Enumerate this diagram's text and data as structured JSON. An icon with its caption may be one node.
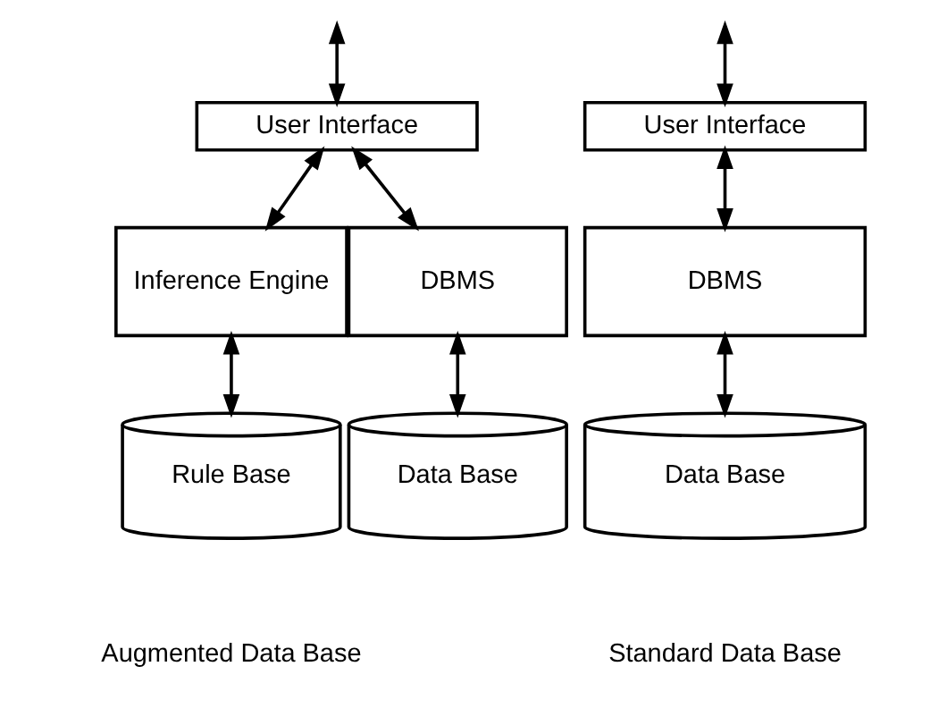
{
  "diagram": {
    "nodes": [
      {
        "text": [
          "User Interface"
        ]
      },
      {
        "text": [
          "DBMS"
        ]
      },
      {
        "text": [
          "Data Base"
        ]
      },
      {
        "text": [
          "User Interface"
        ]
      },
      {
        "text": [
          "Inference Engine"
        ]
      },
      {
        "text": [
          "DBMS"
        ]
      },
      {
        "text": [
          "Rule Base"
        ]
      },
      {
        "text": [
          "Data Base"
        ]
      }
    ],
    "edges": [
      {
        "from": null,
        "to": 0,
        "arrow": "both"
      },
      {
        "from": 0,
        "to": 1,
        "arrow": "both"
      },
      {
        "from": 1,
        "to": 2,
        "arrow": "both"
      },
      {
        "from": null,
        "to": 3,
        "arrow": "both"
      },
      {
        "from": 3,
        "to": 4,
        "arrow": "both"
      },
      {
        "from": 3,
        "to": 5,
        "arrow": "both"
      },
      {
        "from": 4,
        "to": 6,
        "arrow": "both"
      },
      {
        "from": 5,
        "to": 7,
        "arrow": "both"
      }
    ],
    "labels": [
      "Standard Data Base",
      "Augmented Data Base"
    ]
  }
}
